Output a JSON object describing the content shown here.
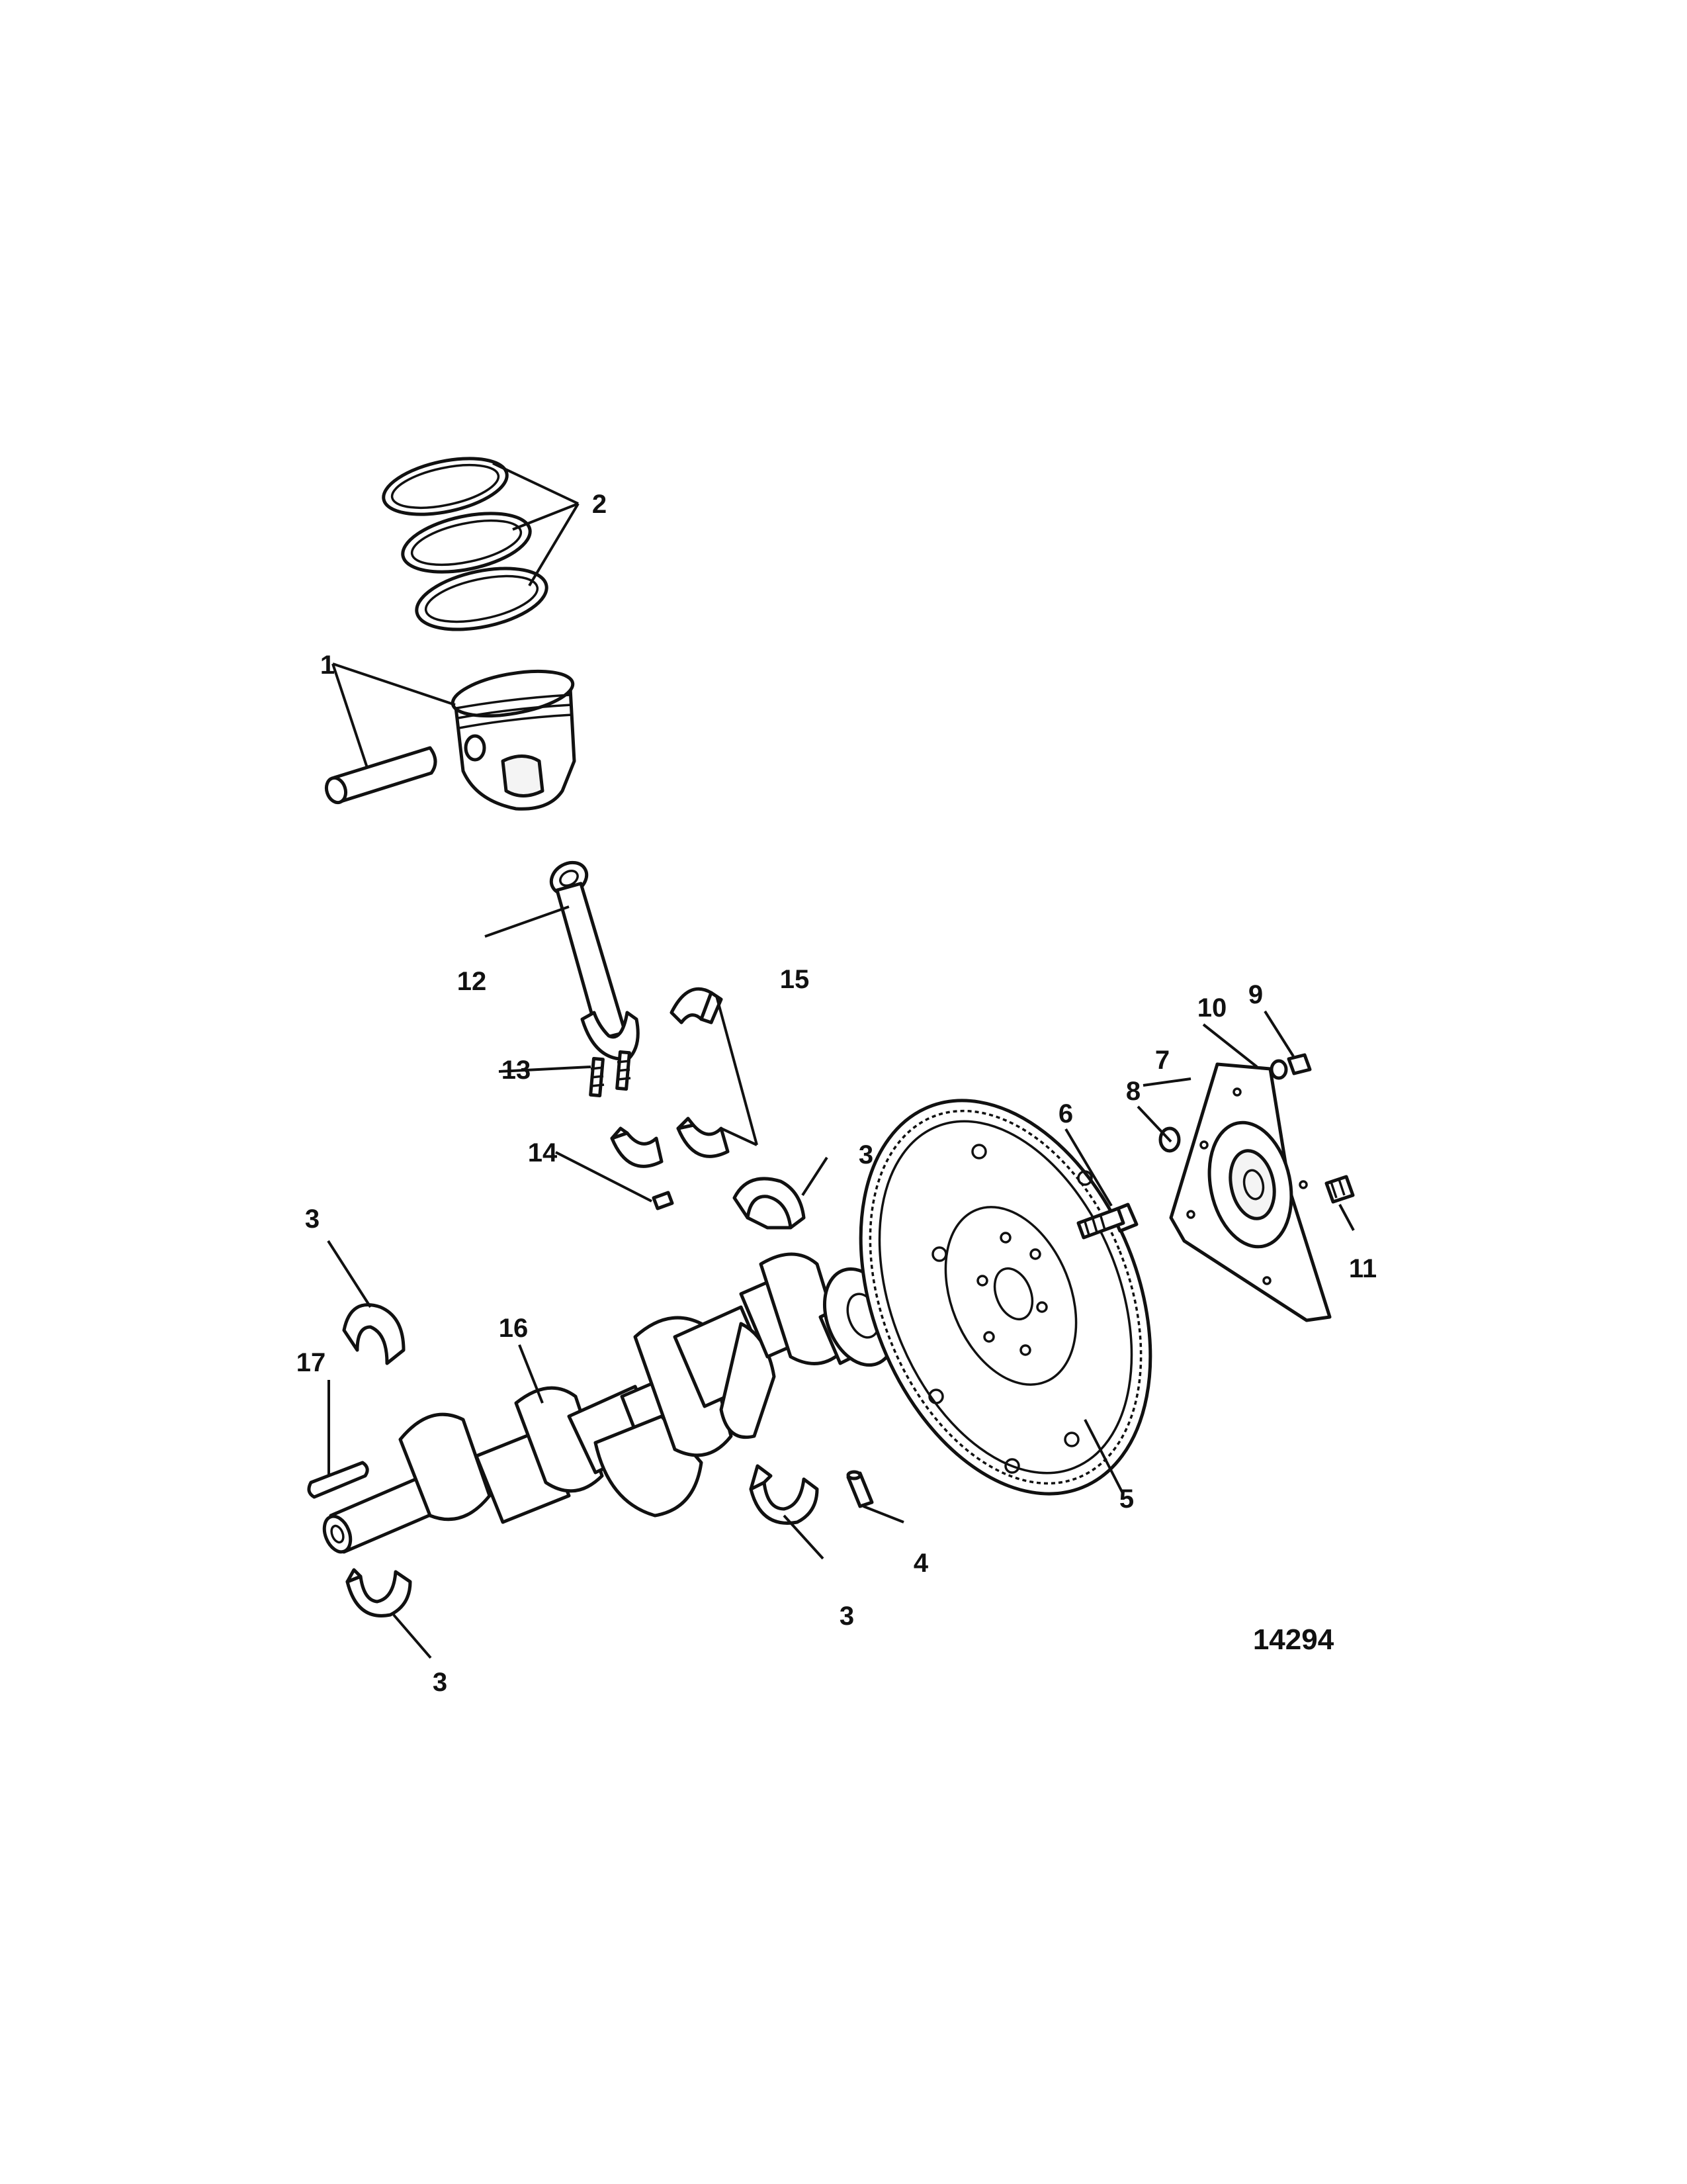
{
  "callouts": {
    "c1": "1",
    "c2": "2",
    "c3a": "3",
    "c3b": "3",
    "c3c": "3",
    "c3d": "3",
    "c4": "4",
    "c5": "5",
    "c6": "6",
    "c7": "7",
    "c8": "8",
    "c9": "9",
    "c10": "10",
    "c11": "11",
    "c12": "12",
    "c13": "13",
    "c14": "14",
    "c15": "15",
    "c16": "16",
    "c17": "17"
  },
  "figure_number": "14294"
}
